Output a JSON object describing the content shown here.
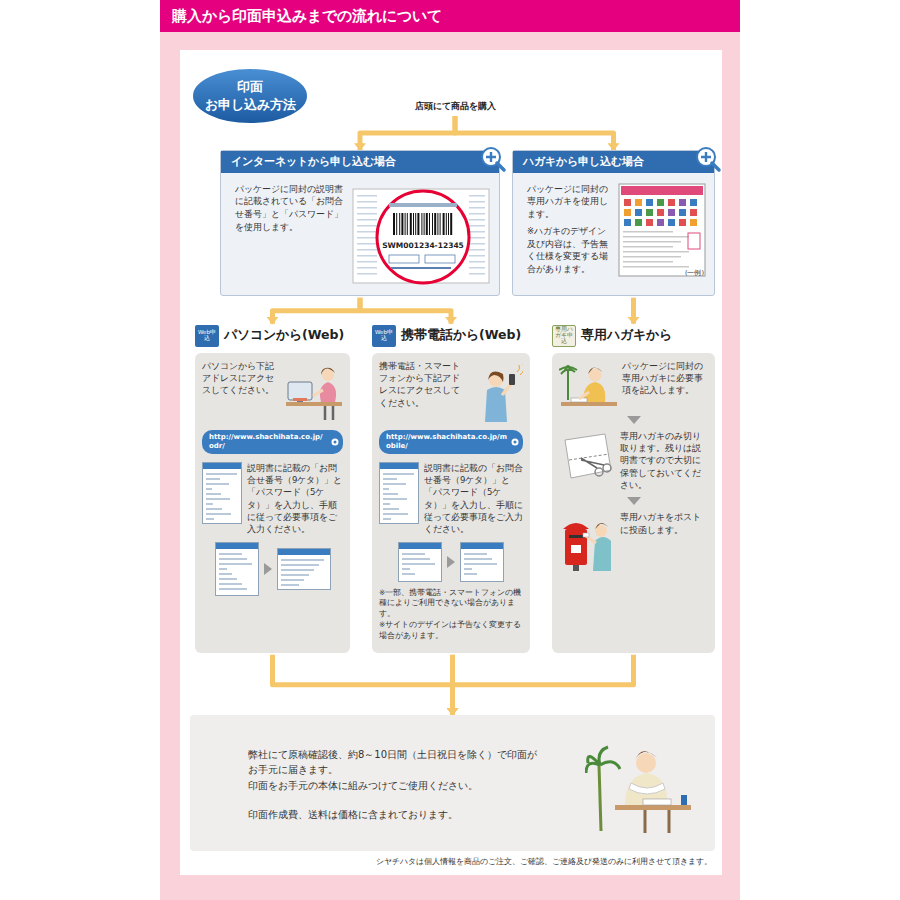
{
  "diagram": {
    "title": "購入から印面申込みまでの流れについて",
    "nodes": [
      {
        "text": [
          "印面 お申し込み方法"
        ]
      },
      {
        "text": [
          "店頭にて商品を購入"
        ]
      },
      {
        "text": [
          "インターネットから申し込む場合",
          "パッケージに同封の説明書に記載されている「お問合せ番号」と「パスワード」を使用します。"
        ]
      },
      {
        "text": [
          "ハガキから申し込む場合",
          "パッケージに同封の専用ハガキを使用します。",
          "※ハガキのデザイン及び内容は、予告無く仕様を変更する場合があります。"
        ]
      },
      {
        "text": [
          "パソコンから(Web)",
          "パソコンから下記アドレスにアクセスしてください。",
          "説明書に記載の「お問合せ番号（9ケタ）」と「パスワード（5ケタ）」を入力し、手順に従って必要事項をご入力ください。"
        ]
      },
      {
        "text": [
          "http://www.shachihata.co.jp/odr/"
        ],
        "in": 4
      },
      {
        "text": [
          "携帯電話から(Web)",
          "携帯電話・スマートフォンから下記アドレスにアクセスしてください。",
          "説明書に記載の「お問合せ番号（9ケタ）」と「パスワード（5ケタ）」を入力し、手順に従って必要事項をご入力ください。",
          "※一部、携帯電話・スマートフォンの機種によりご利用できない場合があります。",
          "※サイトのデザインは予告なく変更する場合があります。"
        ]
      },
      {
        "text": [
          "http://www.shachihata.co.jp/mobile/"
        ],
        "in": 6
      },
      {
        "text": [
          "専用ハガキから",
          "パッケージに同封の専用ハガキに必要事項を記入します。",
          "専用ハガキのみ切り取ります。残りは説明書ですので大切に保管しておいてください。",
          "専用ハガキをポストに投函します。"
        ]
      },
      {
        "text": [
          "弊社にて原稿確認後、約8～10日間（土日祝日を除く）で印面がお手元に届きます。",
          "印面をお手元の本体に組みつけてご使用ください。",
          "印面作成費、送料は価格に含まれております。"
        ]
      }
    ],
    "edges": [
      {
        "from": 1,
        "to": 2,
        "arrow": "to"
      },
      {
        "from": 1,
        "to": 3,
        "arrow": "to"
      },
      {
        "from": 2,
        "to": 4,
        "arrow": "to"
      },
      {
        "from": 2,
        "to": 6,
        "arrow": "to"
      },
      {
        "from": 3,
        "to": 8,
        "arrow": "to"
      },
      {
        "from": 4,
        "to": 9,
        "arrow": "to"
      },
      {
        "from": 6,
        "to": 9,
        "arrow": "to"
      },
      {
        "from": 8,
        "to": 9,
        "arrow": "to"
      }
    ],
    "labels": [
      "Web申込",
      "Web申込",
      "専用ハガキ申込",
      "SWM001234-12345",
      "(一例)",
      "シヤチハタは個人情報を商品のご注文、ご確認、ご連絡及び発送のみに利用させて頂きます。"
    ]
  }
}
